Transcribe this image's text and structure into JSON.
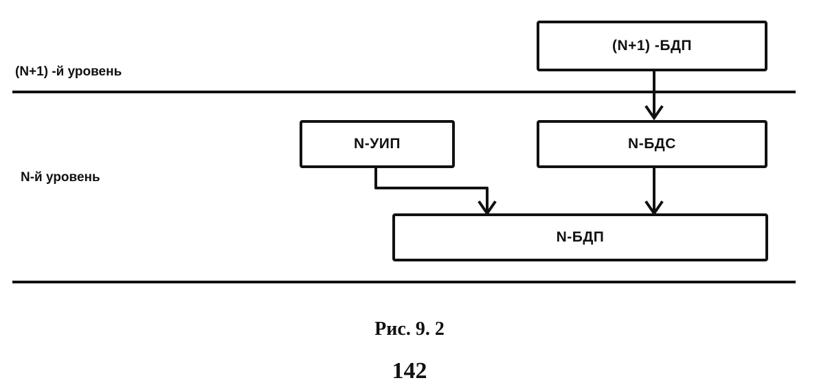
{
  "levels": {
    "upper_label": "(N+1) -й уровень",
    "lower_label": "N-й уровень"
  },
  "boxes": {
    "upper_bdp": "(N+1) -БДП",
    "n_uip": "N-УИП",
    "n_bds": "N-БДС",
    "n_bdp": "N-БДП"
  },
  "caption": "Рис. 9. 2",
  "page_number": "142",
  "colors": {
    "ink": "#111111",
    "background": "#ffffff"
  }
}
